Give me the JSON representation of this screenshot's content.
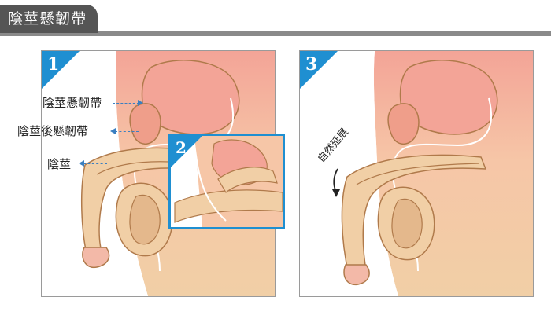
{
  "header": {
    "title": "陰莖懸韌帶"
  },
  "labels": {
    "suspensory": "陰莖懸韌帶",
    "fundiform": "陰莖後懸韌帶",
    "penis": "陰莖",
    "stretch": "自然延展"
  },
  "steps": [
    "1",
    "2",
    "3"
  ],
  "colors": {
    "skin": "#f1cfa6",
    "skin_outline": "#b07a4b",
    "tissue_pink": "#f3a497",
    "leader_blue": "#3a7fc1",
    "inset_border": "#1f8fd1",
    "header_gray": "#555555"
  }
}
